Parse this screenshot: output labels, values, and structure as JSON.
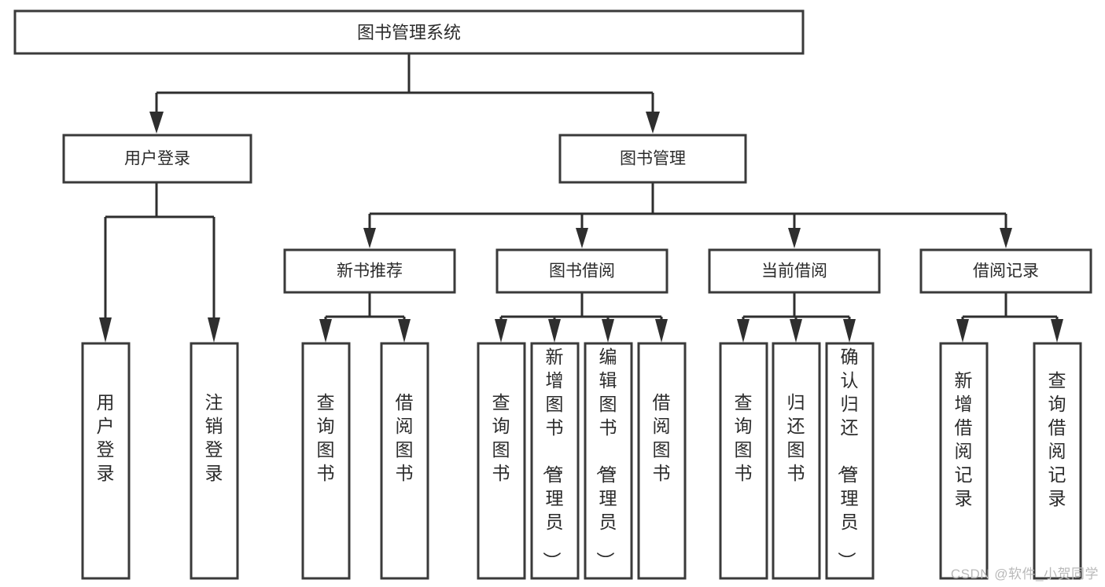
{
  "diagram": {
    "title": "图书管理系统",
    "watermark": "CSDN @软件_小贺同学",
    "colors": {
      "background": "#ffffff",
      "box_stroke": "#3a3a3a",
      "connector": "#2e2e2e",
      "text": "#2b2b2b",
      "watermark": "#b9b9b9"
    },
    "root": {
      "label": "图书管理系统"
    },
    "level2": [
      {
        "label": "用户登录"
      },
      {
        "label": "图书管理"
      }
    ],
    "level3": [
      {
        "label": "新书推荐"
      },
      {
        "label": "图书借阅"
      },
      {
        "label": "当前借阅"
      },
      {
        "label": "借阅记录"
      }
    ],
    "leaves": {
      "user_login": [
        {
          "label": "用户登录"
        },
        {
          "label": "注销登录"
        }
      ],
      "new_book": [
        {
          "label": "查询图书"
        },
        {
          "label": "借阅图书"
        }
      ],
      "book_borrow": [
        {
          "label": "查询图书"
        },
        {
          "label": "新增图书（管理员）"
        },
        {
          "label": "编辑图书（管理员）"
        },
        {
          "label": "借阅图书"
        }
      ],
      "current_borrow": [
        {
          "label": "查询图书"
        },
        {
          "label": "归还图书"
        },
        {
          "label": "确认归还（管理员）"
        }
      ],
      "borrow_record": [
        {
          "label": "新增借阅记录"
        },
        {
          "label": "查询借阅记录"
        }
      ]
    }
  }
}
